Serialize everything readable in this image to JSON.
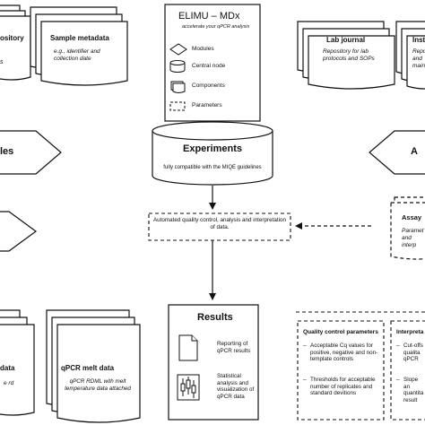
{
  "legend": {
    "title": "ELIMU – MDx",
    "subtitle": "accelerate your qPCR analysis",
    "items": [
      "Modules",
      "Central node",
      "Components",
      "Parameters"
    ]
  },
  "docs": {
    "top_left_partial": {
      "title": "ository",
      "desc": "s"
    },
    "sample_metadata": {
      "title": "Sample metadata",
      "desc": "e.g., identifier and collection date"
    },
    "lab_journal": {
      "title": "Lab journal",
      "desc": "Repository for lab protocols and SOPs"
    },
    "top_right_partial": {
      "title": "Insti",
      "desc": "Repo and mainte"
    },
    "bottom_left_partial": {
      "title": "data",
      "desc": "e rd"
    },
    "qpcr_melt": {
      "title": "qPCR melt data",
      "desc": "qPCR RDML with melt temperature data attached"
    },
    "assay_partial": {
      "title": "Assay",
      "desc": "Paramet and interp"
    }
  },
  "modules": {
    "left_mid_partial": "les",
    "right_mid_partial": "A"
  },
  "experiments": {
    "title": "Experiments",
    "subtitle": "fully compatible with the MIQE guidelines"
  },
  "process": {
    "text": "Automated quality control, analysis and interpretation of data."
  },
  "results": {
    "title": "Results",
    "item1": "Reporting of qPCR results",
    "item2": "Statistical analysis and visualization of qPCR data"
  },
  "qc": {
    "title": "Quality control parameters",
    "items": [
      "Acceptable Cq values for positive, negative and non-template controls",
      "Thresholds for acceptable number of replicates and standard devitions"
    ]
  },
  "interp": {
    "title": "Interpreta",
    "items": [
      "Cut-offs qualita qPCR",
      "Slope an quantita result"
    ]
  }
}
